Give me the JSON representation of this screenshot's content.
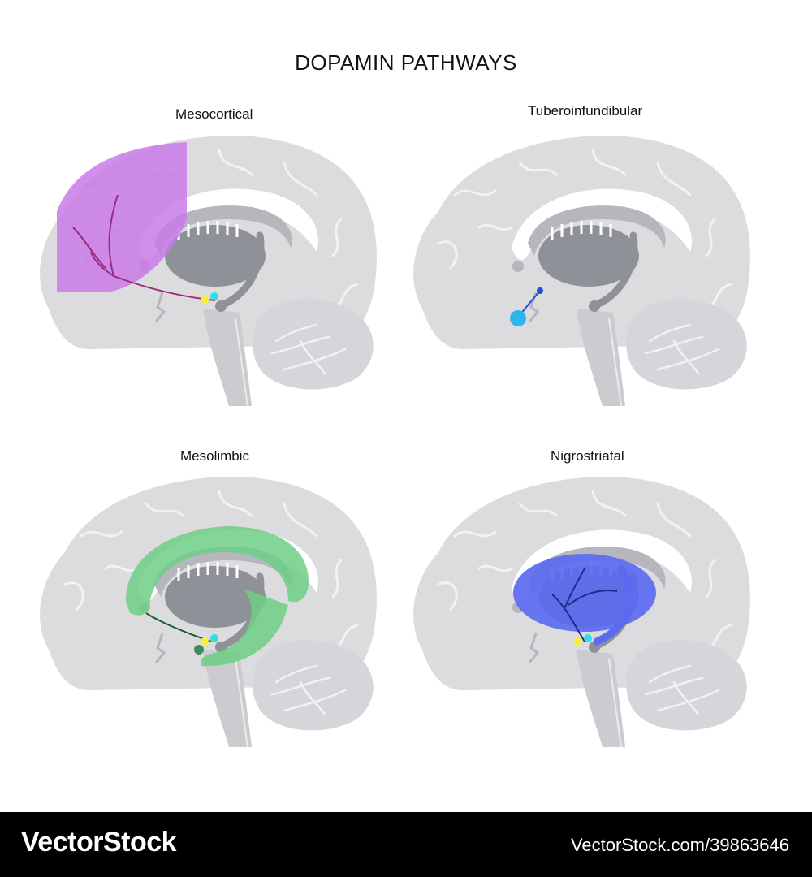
{
  "title": "DOPAMIN PATHWAYS",
  "panels": [
    {
      "label": "Mesocortical",
      "accent": "#c97ae8"
    },
    {
      "label": "Tuberoinfundibular",
      "accent": "#2bb6ef"
    },
    {
      "label": "Mesolimbic",
      "accent": "#6fce86"
    },
    {
      "label": "Nigrostriatal",
      "accent": "#5c6af0"
    }
  ],
  "footer": {
    "brand": "VectorStock",
    "url": "VectorStock.com/39863646"
  }
}
